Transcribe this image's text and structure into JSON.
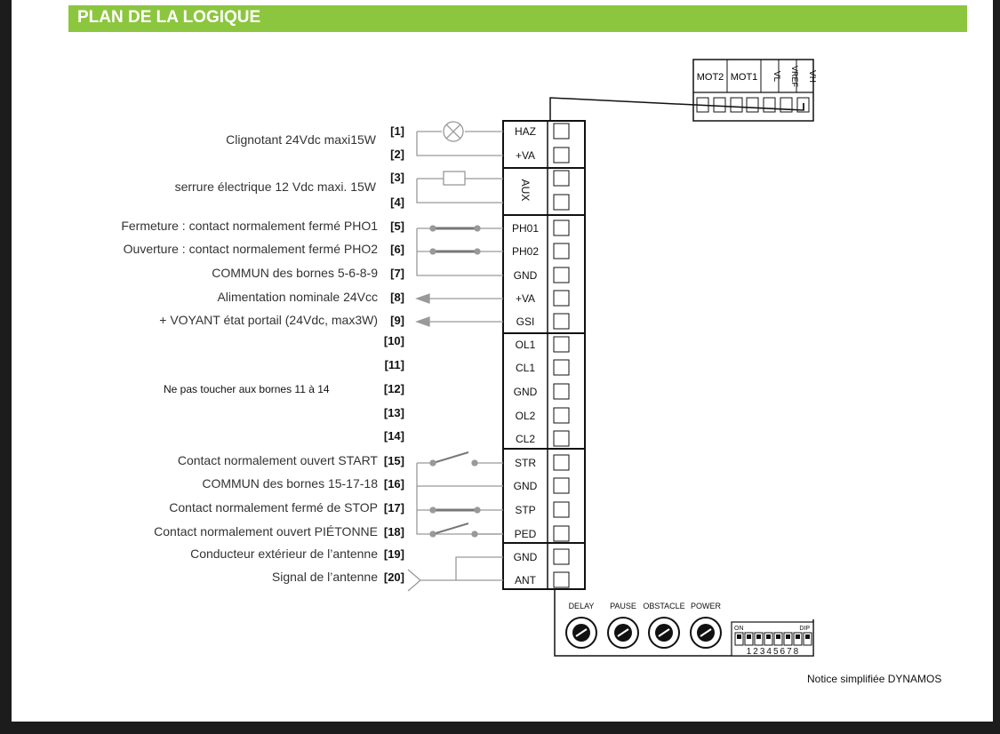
{
  "header": {
    "title": "PLAN DE LA LOGIQUE"
  },
  "connector_top": {
    "labels": [
      "MOT2",
      "MOT1",
      "VL",
      "VREF",
      "VH"
    ]
  },
  "rows": [
    {
      "num": "[1]",
      "label": "Clignotant 24Vdc maxi15W",
      "terminal": "HAZ"
    },
    {
      "num": "[2]",
      "label": "",
      "terminal": "+VA"
    },
    {
      "num": "[3]",
      "label": "serrure électrique 12 Vdc maxi. 15W",
      "terminal": "AUX"
    },
    {
      "num": "[4]",
      "label": "",
      "terminal": ""
    },
    {
      "num": "[5]",
      "label": "Fermeture : contact normalement fermé PHO1",
      "terminal": "PH01"
    },
    {
      "num": "[6]",
      "label": "Ouverture : contact normalement fermé PHO2",
      "terminal": "PH02"
    },
    {
      "num": "[7]",
      "label": "COMMUN des bornes 5-6-8-9",
      "terminal": "GND"
    },
    {
      "num": "[8]",
      "label": "Alimentation nominale 24Vcc",
      "terminal": "+VA"
    },
    {
      "num": "[9]",
      "label": "+ VOYANT état portail (24Vdc, max3W)",
      "terminal": "GSI"
    },
    {
      "num": "[10]",
      "label": "",
      "terminal": "OL1"
    },
    {
      "num": "[11]",
      "label": "",
      "terminal": "CL1"
    },
    {
      "num": "[12]",
      "label": "",
      "terminal": "GND"
    },
    {
      "num": "[13]",
      "label": "",
      "terminal": "OL2"
    },
    {
      "num": "[14]",
      "label": "",
      "terminal": "CL2"
    },
    {
      "num": "[15]",
      "label": "Contact normalement ouvert START",
      "terminal": "STR"
    },
    {
      "num": "[16]",
      "label": "COMMUN des bornes 15-17-18",
      "terminal": "GND"
    },
    {
      "num": "[17]",
      "label": "Contact normalement fermé de STOP",
      "terminal": "STP"
    },
    {
      "num": "[18]",
      "label": "Contact normalement ouvert PIÉTONNE",
      "terminal": "PED"
    },
    {
      "num": "[19]",
      "label": "Conducteur extérieur de l’antenne",
      "terminal": "GND"
    },
    {
      "num": "[20]",
      "label": "Signal de l’antenne",
      "terminal": "ANT"
    }
  ],
  "note_11_14": "Ne pas toucher aux bornes 11 à 14",
  "potentiometers": [
    "DELAY",
    "PAUSE",
    "OBSTACLE",
    "POWER"
  ],
  "dip": {
    "on_label": "ON",
    "dip_label": "DIP",
    "numbers": "12345678"
  },
  "footer": {
    "note": "Notice simplifiée  DYNAMOS"
  },
  "colors": {
    "title_bar": "#8cc63f",
    "title_text": "#ffffff",
    "wire": "#999999"
  }
}
